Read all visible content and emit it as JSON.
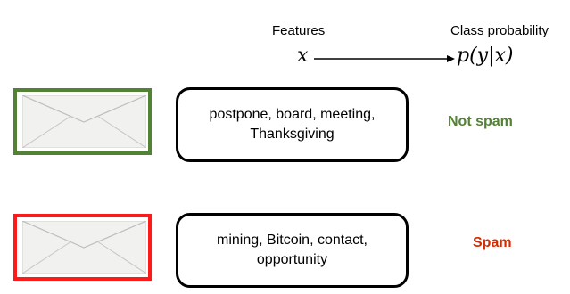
{
  "header": {
    "features_label": "Features",
    "probability_label": "Class probability",
    "input_symbol": "x",
    "output_symbol": "p(y|x)"
  },
  "examples": [
    {
      "features_line1": "postpone, board, meeting,",
      "features_line2": "Thanksgiving",
      "label": "Not spam",
      "label_color": "#538135",
      "frame_color": "#538135"
    },
    {
      "features_line1": "mining, Bitcoin, contact,",
      "features_line2": "opportunity",
      "label": "Spam",
      "label_color": "#d62b00",
      "frame_color": "#ff1a1a"
    }
  ]
}
